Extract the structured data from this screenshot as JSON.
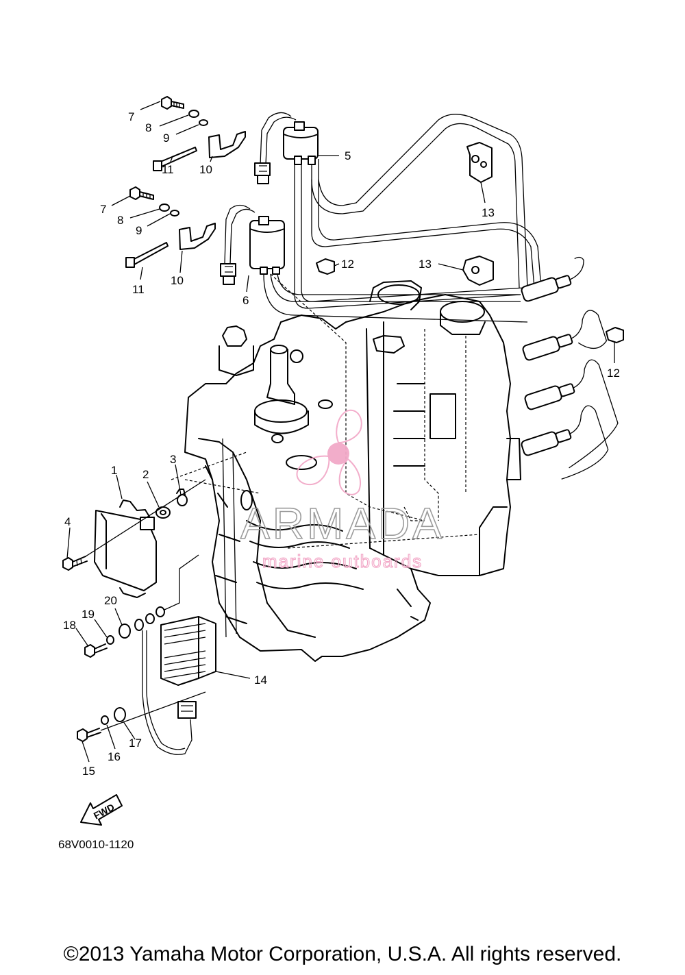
{
  "diagram": {
    "callouts": [
      "1",
      "2",
      "3",
      "4",
      "5",
      "6",
      "7",
      "7",
      "8",
      "8",
      "9",
      "9",
      "10",
      "10",
      "11",
      "11",
      "12",
      "12",
      "13",
      "13",
      "14",
      "15",
      "16",
      "17",
      "18",
      "19",
      "20"
    ],
    "drawing_code": "68V0010-1120",
    "fwd_label": "FWD"
  },
  "watermark": {
    "brand": "ARMADA",
    "tagline": "marine outboards",
    "colors": {
      "text": "#9b9b9b",
      "logo": "#f2a9c8"
    }
  },
  "copyright": "©2013 Yamaha Motor Corporation, U.S.A. All rights reserved."
}
